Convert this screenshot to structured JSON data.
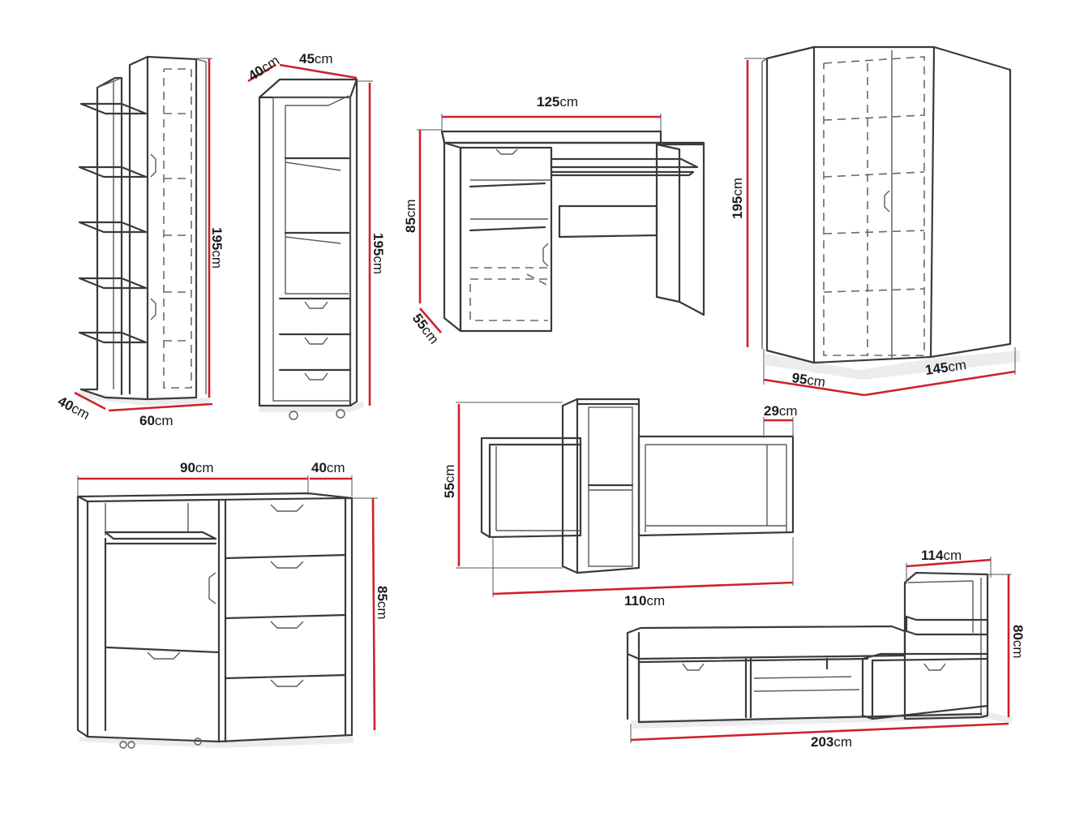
{
  "unit": "cm",
  "colors": {
    "dimension_line": "#d0212a",
    "outline": "#3a3a3a",
    "background": "#ffffff"
  },
  "items": {
    "bookcase_open": {
      "depth": "40",
      "width": "60",
      "height": "195"
    },
    "tall_cabinet": {
      "depth": "40",
      "width": "45",
      "height": "195"
    },
    "desk": {
      "width": "125",
      "height": "85",
      "depth": "55"
    },
    "corner_wardrobe": {
      "height": "195",
      "side_a": "95",
      "side_b": "145"
    },
    "wall_shelf": {
      "height": "55",
      "depth": "29",
      "width": "110"
    },
    "chest_of_drawers": {
      "width": "90",
      "depth": "40",
      "height": "85"
    },
    "bed": {
      "headboard_width": "114",
      "height": "80",
      "length": "203"
    }
  }
}
